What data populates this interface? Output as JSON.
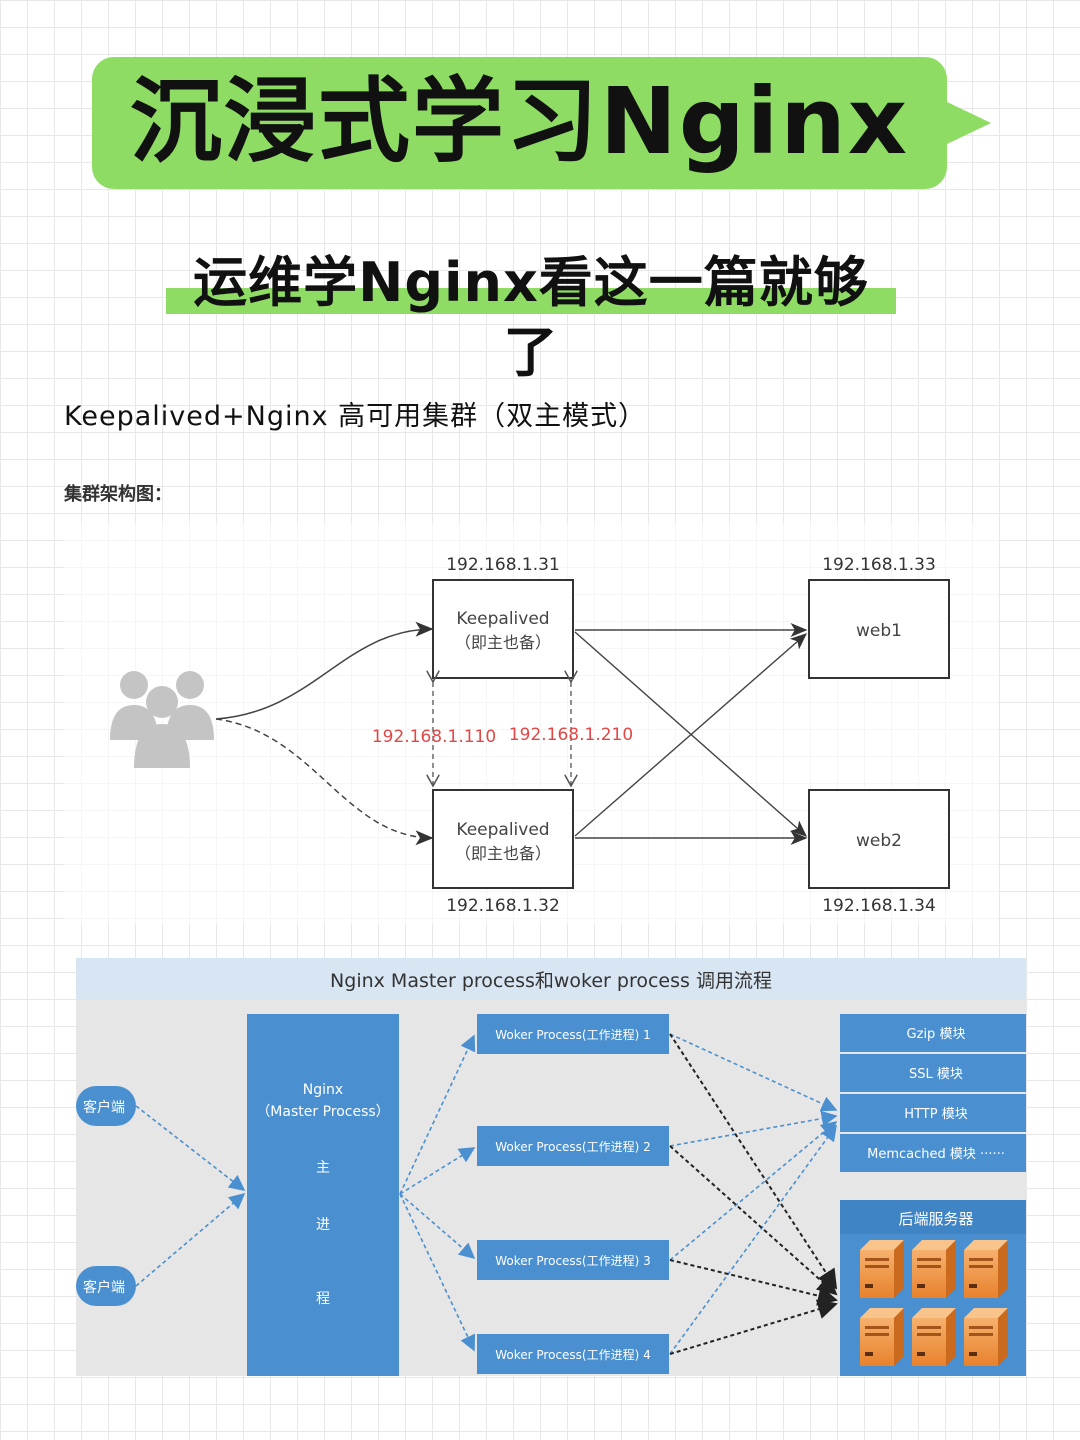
{
  "header": {
    "title": "沉浸式学习Nginx",
    "subtitle": "运维学Nginx看这一篇就够了"
  },
  "caption": "Keepalived+Nginx 高可用集群（双主模式）",
  "architecture": {
    "label": "集群架构图：",
    "node_top_ip": "192.168.1.31",
    "node_bottom_ip": "192.168.1.32",
    "node_line1": "Keepalived",
    "node_line2": "（即主也备）",
    "vip_left": "192.168.1.110",
    "vip_right": "192.168.1.210",
    "web1_ip": "192.168.1.33",
    "web1_label": "web1",
    "web2_ip": "192.168.1.34",
    "web2_label": "web2"
  },
  "flow": {
    "header": "Nginx   Master process和woker process 调用流程",
    "client_label": "客户端",
    "master_line1": "Nginx",
    "master_line2": "（Master Process）",
    "master_chars": [
      "主",
      "进",
      "程"
    ],
    "workers": [
      "Woker Process(工作进程) 1",
      "Woker Process(工作进程) 2",
      "Woker Process(工作进程) 3",
      "Woker Process(工作进程) 4"
    ],
    "modules": [
      "Gzip 模块",
      "SSL 模块",
      "HTTP 模块",
      "Memcached 模块 ······"
    ],
    "backend_label": "后端服务器"
  },
  "colors": {
    "accent_green": "#8fdc64",
    "flow_blue": "#4a90d0",
    "vip_red": "#e04848",
    "server_orange": "#e8822c"
  }
}
